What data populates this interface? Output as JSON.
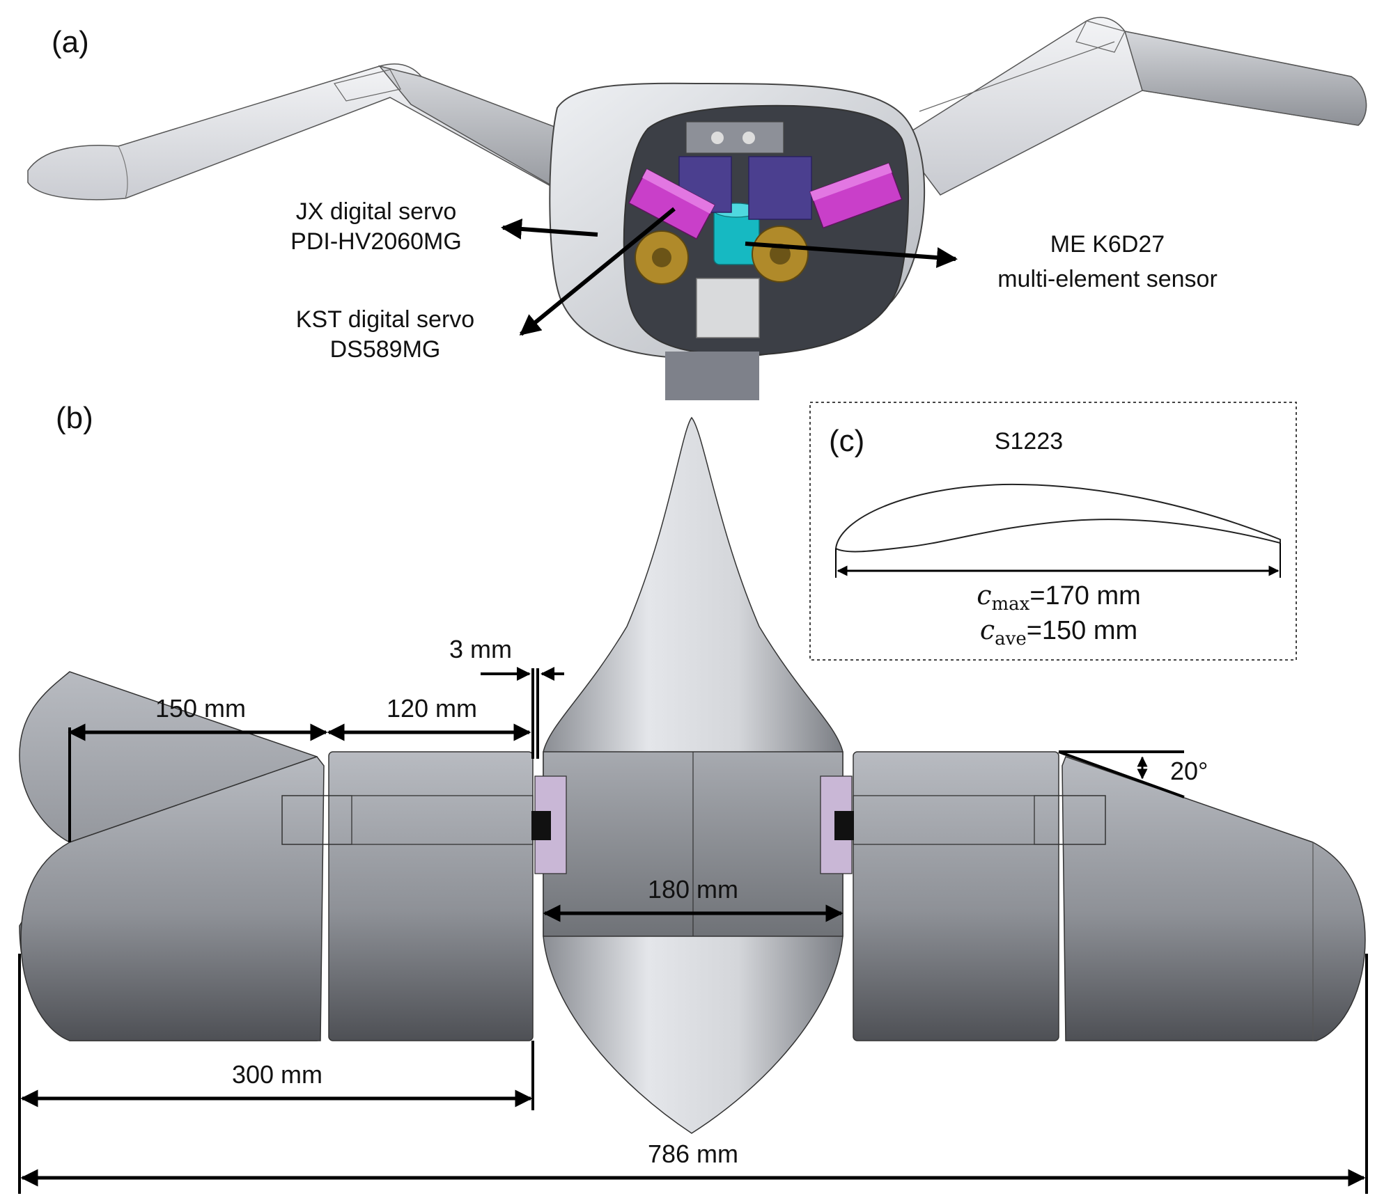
{
  "panels": {
    "a": {
      "label": "(a)"
    },
    "b": {
      "label": "(b)"
    },
    "c": {
      "label": "(c)",
      "airfoil": "S1223"
    }
  },
  "callouts": {
    "jx_servo": {
      "line1": "JX digital servo",
      "line2": "PDI-HV2060MG"
    },
    "kst_servo": {
      "line1": "KST digital servo",
      "line2": "DS589MG"
    },
    "sensor": {
      "line1": "ME K6D27",
      "line2": "multi-element sensor"
    }
  },
  "dimensions": {
    "gap": "3 mm",
    "outer_wing": "150 mm",
    "inner_wing": "120 mm",
    "body_width": "180 mm",
    "half_span": "300 mm",
    "total_span": "786 mm",
    "sweep_angle": "20°"
  },
  "chord": {
    "max_symbol": "c",
    "max_sub": "max",
    "max_value": "=170 mm",
    "ave_symbol": "c",
    "ave_sub": "ave",
    "ave_value": "=150 mm"
  },
  "colors": {
    "wing_light": "#e8eaee",
    "wing_mid": "#b9bcc2",
    "wing_dark": "#56585d",
    "servo_magenta": "#c93fc9",
    "servo_purple": "#4b3f8f",
    "sensor_cyan": "#16b9c2",
    "gear_gold": "#b08a2a"
  }
}
